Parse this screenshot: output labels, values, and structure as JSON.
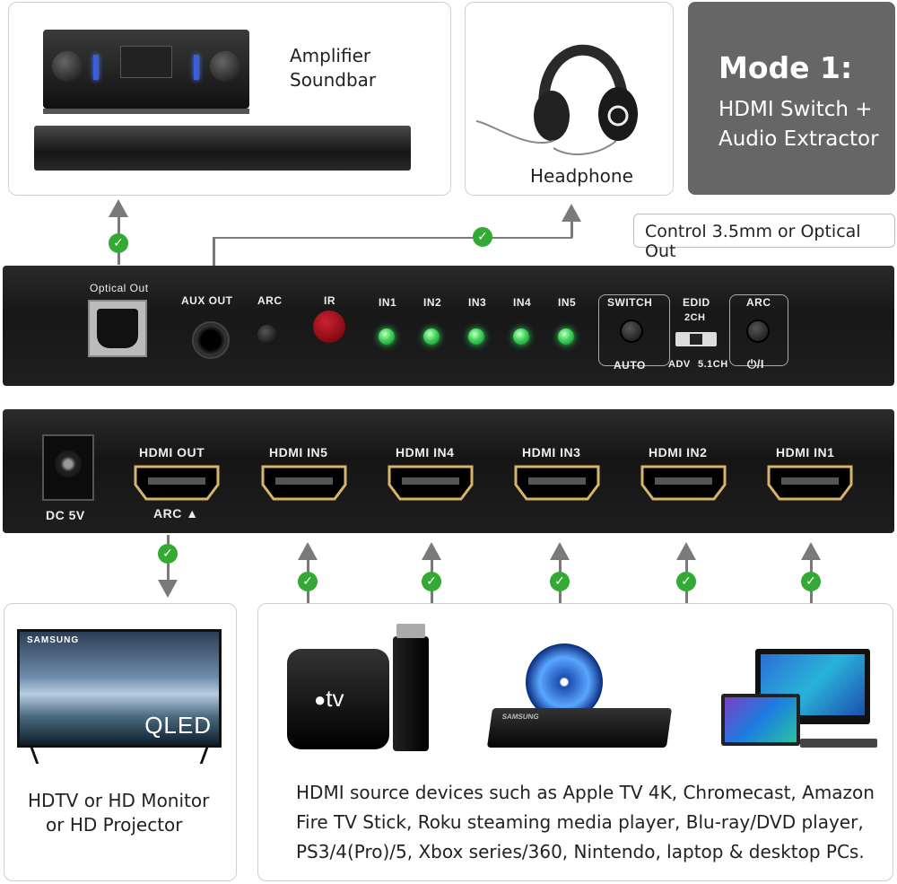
{
  "top_cards": {
    "audio_label_1": "Amplifier",
    "audio_label_2": "Soundbar",
    "headphone_label": "Headphone"
  },
  "mode": {
    "title": "Mode 1:",
    "line1": "HDMI Switch +",
    "line2": "Audio Extractor"
  },
  "callout": "Control 3.5mm or Optical Out",
  "front_panel": {
    "optical_out": "Optical Out",
    "aux_out": "AUX OUT",
    "arc": "ARC",
    "ir": "IR",
    "inputs": [
      "IN1",
      "IN2",
      "IN3",
      "IN4",
      "IN5"
    ],
    "switch": "SWITCH",
    "auto": "AUTO",
    "edid": "EDID",
    "edid_2ch": "2CH",
    "edid_adv": "ADV",
    "edid_51ch": "5.1CH",
    "arc_right": "ARC",
    "power": "⏻/I"
  },
  "back_panel": {
    "dc": "DC 5V",
    "ports": [
      "HDMI OUT",
      "HDMI IN5",
      "HDMI IN4",
      "HDMI IN3",
      "HDMI IN2",
      "HDMI IN1"
    ],
    "arc_label": "ARC ▲"
  },
  "tv": {
    "brand": "SAMSUNG",
    "screen_text": "QLED",
    "label_1": "HDTV or HD Monitor",
    "label_2": "or HD Projector"
  },
  "sources": {
    "appletv": "tv",
    "bluray_brand": "SAMSUNG",
    "desc_1": "HDMI source devices such as Apple TV 4K, Chromecast, Amazon",
    "desc_2": "Fire TV Stick, Roku steaming media player, Blu-ray/DVD player,",
    "desc_3": "PS3/4(Pro)/5, Xbox series/360, Nintendo, laptop & desktop PCs."
  },
  "colors": {
    "mode_bg": "#666666",
    "check_green": "#33aa33",
    "led_green": "#3ed35a",
    "arrow_gray": "#7a7a7a"
  }
}
